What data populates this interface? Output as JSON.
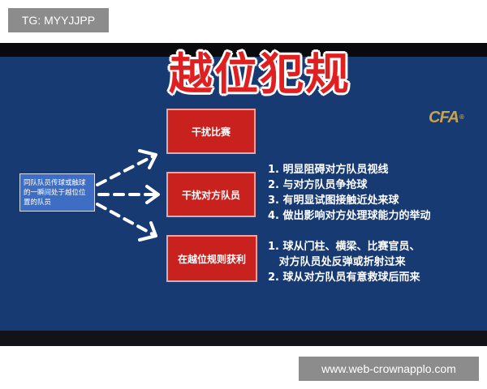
{
  "top_badge": "TG: MYYJJPP",
  "slide": {
    "title": "越位犯规",
    "logo_text": "CFA",
    "logo_mark": "®",
    "source": "同队队员传球或触球的一瞬间处于越位位置的队员",
    "branches": [
      {
        "label": "干扰比赛"
      },
      {
        "label": "干扰对方队员",
        "details": [
          "1. 明显阻碍对方队员视线",
          "2. 与对方队员争抢球",
          "3. 有明显试图接触近处来球",
          "4. 做出影响对方处理球能力的举动"
        ]
      },
      {
        "label": "在越位规则获利",
        "details": [
          "1. 球从门柱、横梁、比赛官员、",
          "   对方队员处反弹或折射过来",
          "2. 球从对方队员有意救球后而来"
        ]
      }
    ],
    "colors": {
      "panel": "#183a73",
      "title": "#e02020",
      "box": "#c9211e",
      "source_box": "#3e6ec4",
      "logo": "#c9a24a"
    }
  },
  "watermark": "www.web-crownapplo.com"
}
